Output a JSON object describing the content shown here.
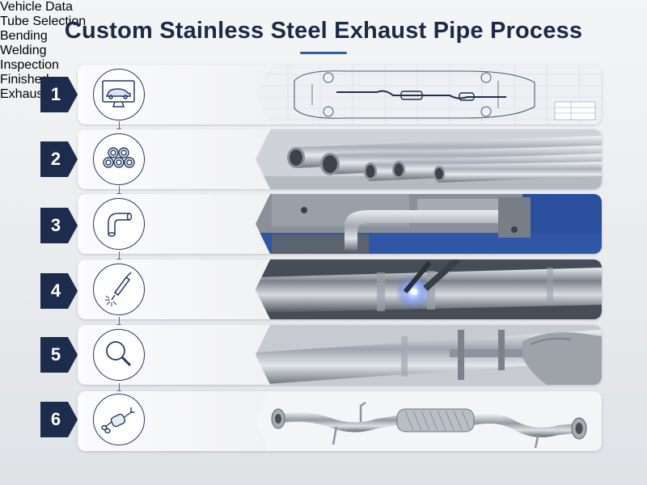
{
  "title": "Custom Stainless Steel Exhaust Pipe Process",
  "steps": [
    {
      "number": "1",
      "label_lines": [
        "Vehicle Data"
      ],
      "icon": "monitor-car-icon"
    },
    {
      "number": "2",
      "label_lines": [
        "Tube Selection"
      ],
      "icon": "tube-bundle-icon"
    },
    {
      "number": "3",
      "label_lines": [
        "Bending"
      ],
      "icon": "bent-pipe-icon"
    },
    {
      "number": "4",
      "label_lines": [
        "Welding"
      ],
      "icon": "welding-torch-icon"
    },
    {
      "number": "5",
      "label_lines": [
        "Inspection"
      ],
      "icon": "magnifier-icon"
    },
    {
      "number": "6",
      "label_lines": [
        "Finished",
        "Exhaust Pipe"
      ],
      "icon": "exhaust-muffler-icon"
    }
  ],
  "colors": {
    "title": "#1c2a48",
    "badge": "#1d2b4c",
    "accent": "#2f5da8",
    "icon_stroke": "#253a63"
  }
}
